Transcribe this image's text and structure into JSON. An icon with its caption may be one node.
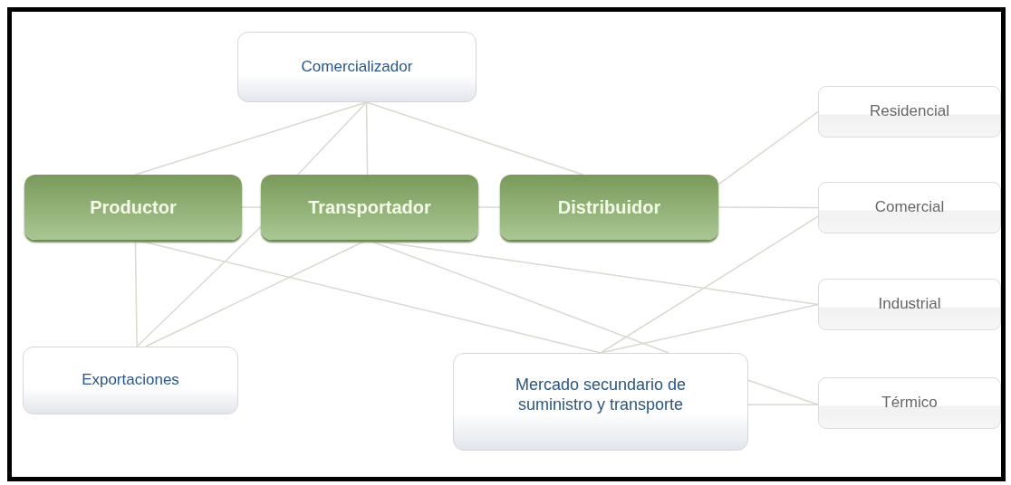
{
  "diagram": {
    "nodes": [
      {
        "text": [
          "Comercializador"
        ]
      },
      {
        "text": [
          "Productor"
        ]
      },
      {
        "text": [
          "Transportador"
        ]
      },
      {
        "text": [
          "Distribuidor"
        ]
      },
      {
        "text": [
          "Residencial"
        ]
      },
      {
        "text": [
          "Comercial"
        ]
      },
      {
        "text": [
          "Industrial"
        ]
      },
      {
        "text": [
          "Exportaciones"
        ]
      },
      {
        "text": [
          "Mercado secundario de suministro y transporte"
        ]
      },
      {
        "text": [
          "Térmico"
        ]
      }
    ],
    "edges": [
      {
        "from": 0,
        "to": 1,
        "arrow": "none"
      },
      {
        "from": 0,
        "to": 2,
        "arrow": "none"
      },
      {
        "from": 0,
        "to": 2,
        "arrow": "none"
      },
      {
        "from": 0,
        "to": 3,
        "arrow": "none"
      },
      {
        "from": 1,
        "to": 2,
        "arrow": "none"
      },
      {
        "from": 2,
        "to": 3,
        "arrow": "none"
      },
      {
        "from": 1,
        "to": 7,
        "arrow": "none"
      },
      {
        "from": 2,
        "to": 7,
        "arrow": "none"
      },
      {
        "from": 1,
        "to": 8,
        "arrow": "none"
      },
      {
        "from": 2,
        "to": 6,
        "arrow": "none"
      },
      {
        "from": 2,
        "to": 8,
        "arrow": "none"
      },
      {
        "from": 8,
        "to": 6,
        "arrow": "none"
      },
      {
        "from": 8,
        "to": 5,
        "arrow": "none"
      },
      {
        "from": 3,
        "to": 4,
        "arrow": "none"
      },
      {
        "from": 3,
        "to": 5,
        "arrow": "none"
      },
      {
        "from": 8,
        "to": 9,
        "arrow": "none"
      },
      {
        "from": 2,
        "to": 7,
        "arrow": "none"
      },
      {
        "from": 8,
        "to": 9,
        "arrow": "none"
      }
    ]
  }
}
